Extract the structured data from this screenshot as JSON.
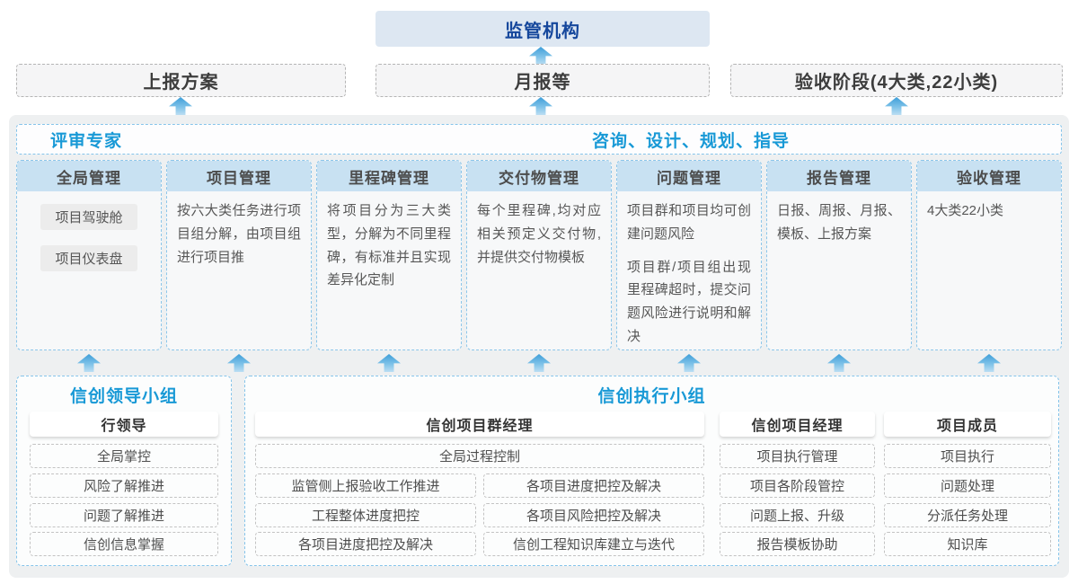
{
  "top": {
    "regulator": "监管机构",
    "reports": [
      "上报方案",
      "月报等",
      "验收阶段(4大类,22小类)"
    ]
  },
  "experts_band": {
    "left": "评审专家",
    "right": "咨询、设计、规划、指导"
  },
  "columns": [
    {
      "header": "全局管理",
      "pills": [
        "项目驾驶舱",
        "项目仪表盘"
      ]
    },
    {
      "header": "项目管理",
      "paragraphs": [
        "按六大类任务进行项目组分解，由项目组进行项目推"
      ]
    },
    {
      "header": "里程碑管理",
      "paragraphs": [
        "将项目分为三大类型，分解为不同里程碑，有标准并且实现差异化定制"
      ]
    },
    {
      "header": "交付物管理",
      "paragraphs": [
        "每个里程碑,均对应相关预定义交付物,并提供交付物模板"
      ]
    },
    {
      "header": "问题管理",
      "paragraphs": [
        "项目群和项目均可创建问题风险",
        "项目群/项目组出现里程碑超时，提交问题风险进行说明和解决"
      ]
    },
    {
      "header": "报告管理",
      "paragraphs": [
        "日报、周报、月报、模板、上报方案"
      ]
    },
    {
      "header": "验收管理",
      "paragraphs": [
        "4大类22小类"
      ]
    }
  ],
  "groups": {
    "leadership": {
      "title": "信创领导小组",
      "role": "行领导",
      "items": [
        "全局掌控",
        "风险了解推进",
        "问题了解推进",
        "信创信息掌握"
      ]
    },
    "execution": {
      "title": "信创执行小组",
      "program_manager": {
        "role": "信创项目群经理",
        "full_item": "全局过程控制",
        "left_items": [
          "监管侧上报验收工作推进",
          "工程整体进度把控",
          "各项目进度把控及解决"
        ],
        "right_items": [
          "各项目进度把控及解决",
          "各项目风险把控及解决",
          "信创工程知识库建立与迭代"
        ]
      },
      "project_manager": {
        "role": "信创项目经理",
        "items": [
          "项目执行管理",
          "项目各阶段管控",
          "问题上报、升级",
          "报告模板协助"
        ]
      },
      "member": {
        "role": "项目成员",
        "items": [
          "项目执行",
          "问题处理",
          "分派任务处理",
          "知识库"
        ]
      }
    }
  },
  "colors": {
    "accent_blue_text": "#1899d6",
    "dark_blue_text": "#15479c",
    "regulator_bg": "#dde7f2",
    "panel_bg": "#eef0f1",
    "column_header_bg": "#c8e1f2",
    "blue_dashed_border": "#85c4ea",
    "gray_dashed_border": "#b5b5b5",
    "arrow_gradient_top": "#3d9ed9",
    "arrow_gradient_bottom": "#bbdef3"
  }
}
